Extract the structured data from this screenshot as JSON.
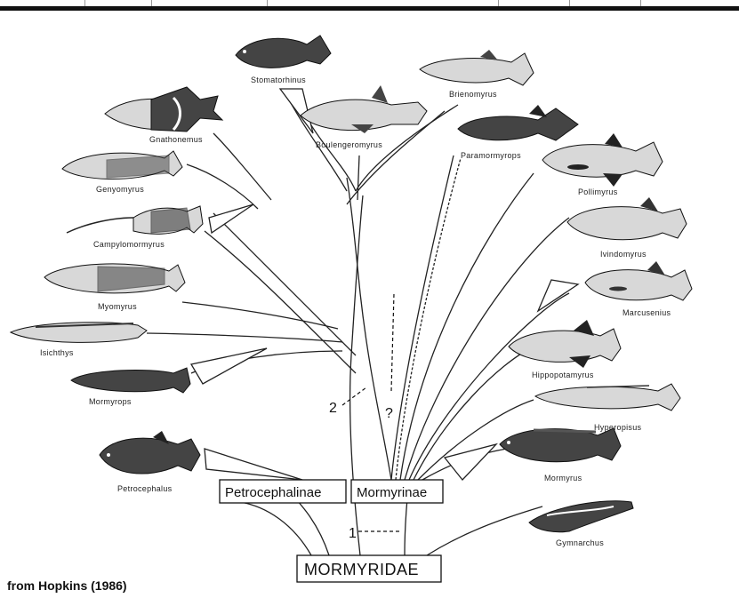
{
  "credit": "from Hopkins (1986)",
  "root_label": "MORMYRIDAE",
  "subfamilies": {
    "petrocephalinae": "Petrocephalinae",
    "mormyrinae": "Mormyrinae"
  },
  "node_labels": {
    "node1": "1",
    "node2": "2",
    "unknown": "?"
  },
  "genera": {
    "stomatorhinus": "Stomatorhinus",
    "brienomyrus": "Brienomyrus",
    "gnathonemus": "Gnathonemus",
    "boulengeromyrus": "Boulengeromyrus",
    "paramormyrops": "Paramormyrops",
    "pollimyrus": "Pollimyrus",
    "genyomyrus": "Genyomyrus",
    "campylomormyrus": "Campylomormyrus",
    "ivindomyrus": "Ivindomyrus",
    "myomyrus": "Myomyrus",
    "marcusenius": "Marcusenius",
    "isichthys": "Isichthys",
    "hippopotamyrus": "Hippopotamyrus",
    "mormyrops": "Mormyrops",
    "hyperopisus": "Hyperopisus",
    "petrocephalus": "Petrocephalus",
    "mormyrus": "Mormyrus",
    "gymnarchus": "Gymnarchus"
  }
}
